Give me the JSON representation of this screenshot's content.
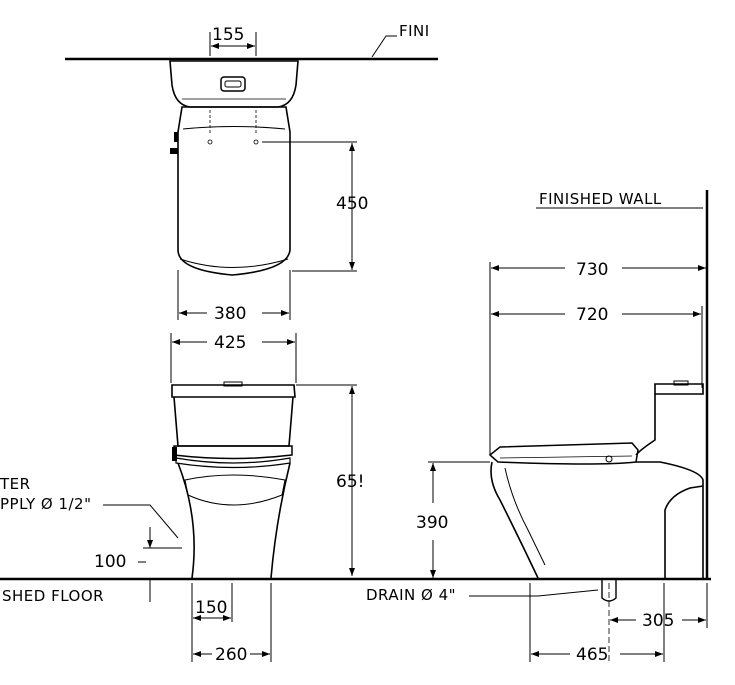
{
  "labels": {
    "finished_top": "FINI",
    "finished_wall": "FINISHED  WALL",
    "finished_floor": "SHED  FLOOR",
    "water_supply_line1": "TER",
    "water_supply_line2": "PPLY Ø 1/2\"",
    "drain": "DRAIN Ø 4\""
  },
  "dimensions": {
    "d155": "155",
    "d450": "450",
    "d380": "380",
    "d425": "425",
    "d655": "65!",
    "d100": "100",
    "d150": "150",
    "d260": "260",
    "d730": "730",
    "d720": "720",
    "d390": "390",
    "d305": "305",
    "d465": "465"
  }
}
